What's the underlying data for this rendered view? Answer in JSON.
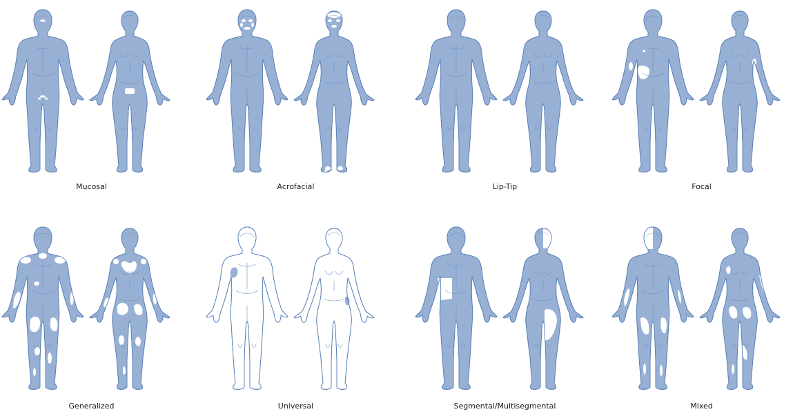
{
  "panels": [
    {
      "label": "Mucosal",
      "style": "filled",
      "patches": "mucosal"
    },
    {
      "label": "Acrofacial",
      "style": "filled",
      "patches": "acrofacial"
    },
    {
      "label": "Lip-Tip",
      "style": "filled",
      "patches": "liptip"
    },
    {
      "label": "Focal",
      "style": "filled",
      "patches": "focal"
    },
    {
      "label": "Generalized",
      "style": "filled",
      "patches": "generalized"
    },
    {
      "label": "Universal",
      "style": "outline",
      "patches": "universal"
    },
    {
      "label": "Segmental/Multisegmental",
      "style": "filled",
      "patches": "segmental"
    },
    {
      "label": "Mixed",
      "style": "filled",
      "patches": "mixed"
    }
  ],
  "colors": {
    "skin": "#98b0d4",
    "outline": "#5c84b8",
    "depigmented": "#ffffff"
  }
}
